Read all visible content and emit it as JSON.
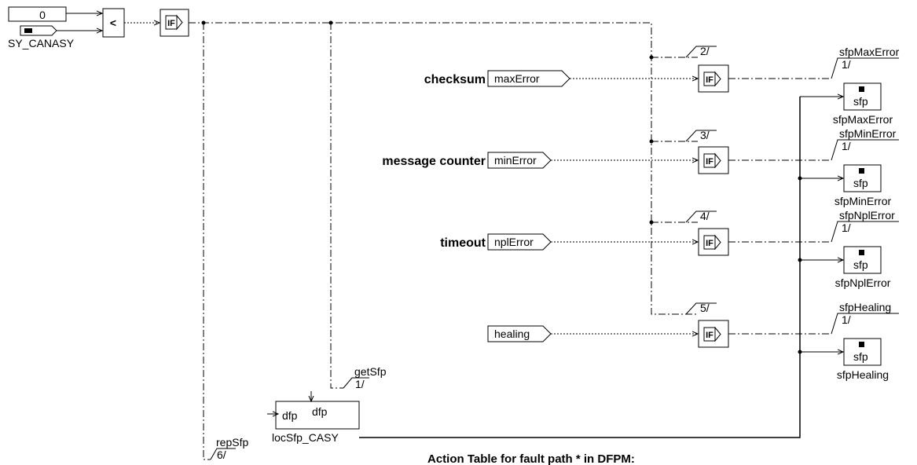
{
  "const_block": {
    "value": "0"
  },
  "system_const": {
    "label": "SY_CANASY"
  },
  "compare_block": {
    "symbol": "<"
  },
  "if_label": "IF",
  "inputs": [
    {
      "title": "checksum",
      "port": "maxError",
      "index_label": "2/"
    },
    {
      "title": "message counter",
      "port": "minError",
      "index_label": "3/"
    },
    {
      "title": "timeout",
      "port": "nplError",
      "index_label": "4/"
    },
    {
      "title": "",
      "port": "healing",
      "index_label": "5/"
    }
  ],
  "outputs": [
    {
      "signal": "sfpMaxError",
      "slot": "1/",
      "block_text": "sfp",
      "block_name": "sfpMaxError"
    },
    {
      "signal": "sfpMinError",
      "slot": "1/",
      "block_text": "sfp",
      "block_name": "sfpMinError"
    },
    {
      "signal": "sfpNplError",
      "slot": "1/",
      "block_text": "sfp",
      "block_name": "sfpNplError"
    },
    {
      "signal": "sfpHealing",
      "slot": "1/",
      "block_text": "sfp",
      "block_name": "sfpHealing"
    }
  ],
  "getsfp": {
    "name": "getSfp",
    "slot": "1/"
  },
  "repsfp": {
    "name": "repSfp",
    "slot": "6/"
  },
  "loc_block": {
    "in_label": "dfp",
    "out_label": "dfp",
    "name": "locSfp_CASY"
  },
  "footer": {
    "text": "Action Table for fault path * in DFPM:"
  }
}
